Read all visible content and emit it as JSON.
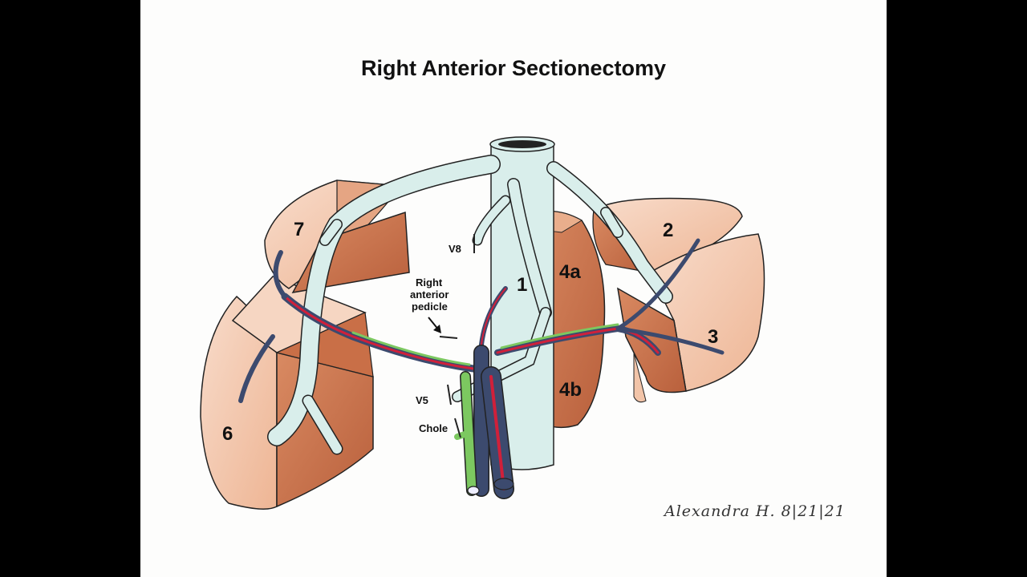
{
  "title": "Right Anterior Sectionectomy",
  "segments": {
    "s1": "1",
    "s2": "2",
    "s3": "3",
    "s4a": "4a",
    "s4b": "4b",
    "s6": "6",
    "s7": "7"
  },
  "labels": {
    "v8": "V8",
    "v5": "V5",
    "pedicle_line1": "Right",
    "pedicle_line2": "anterior",
    "pedicle_line3": "pedicle",
    "chole": "Chole"
  },
  "signature": "Alexandra H. 8|21|21",
  "colors": {
    "liver_light": "#f3c7ac",
    "liver_dark": "#c8704a",
    "vein": "#d8ecea",
    "portal_vein": "#3c4a6e",
    "artery": "#d0203a",
    "bile_duct": "#7cc860"
  }
}
